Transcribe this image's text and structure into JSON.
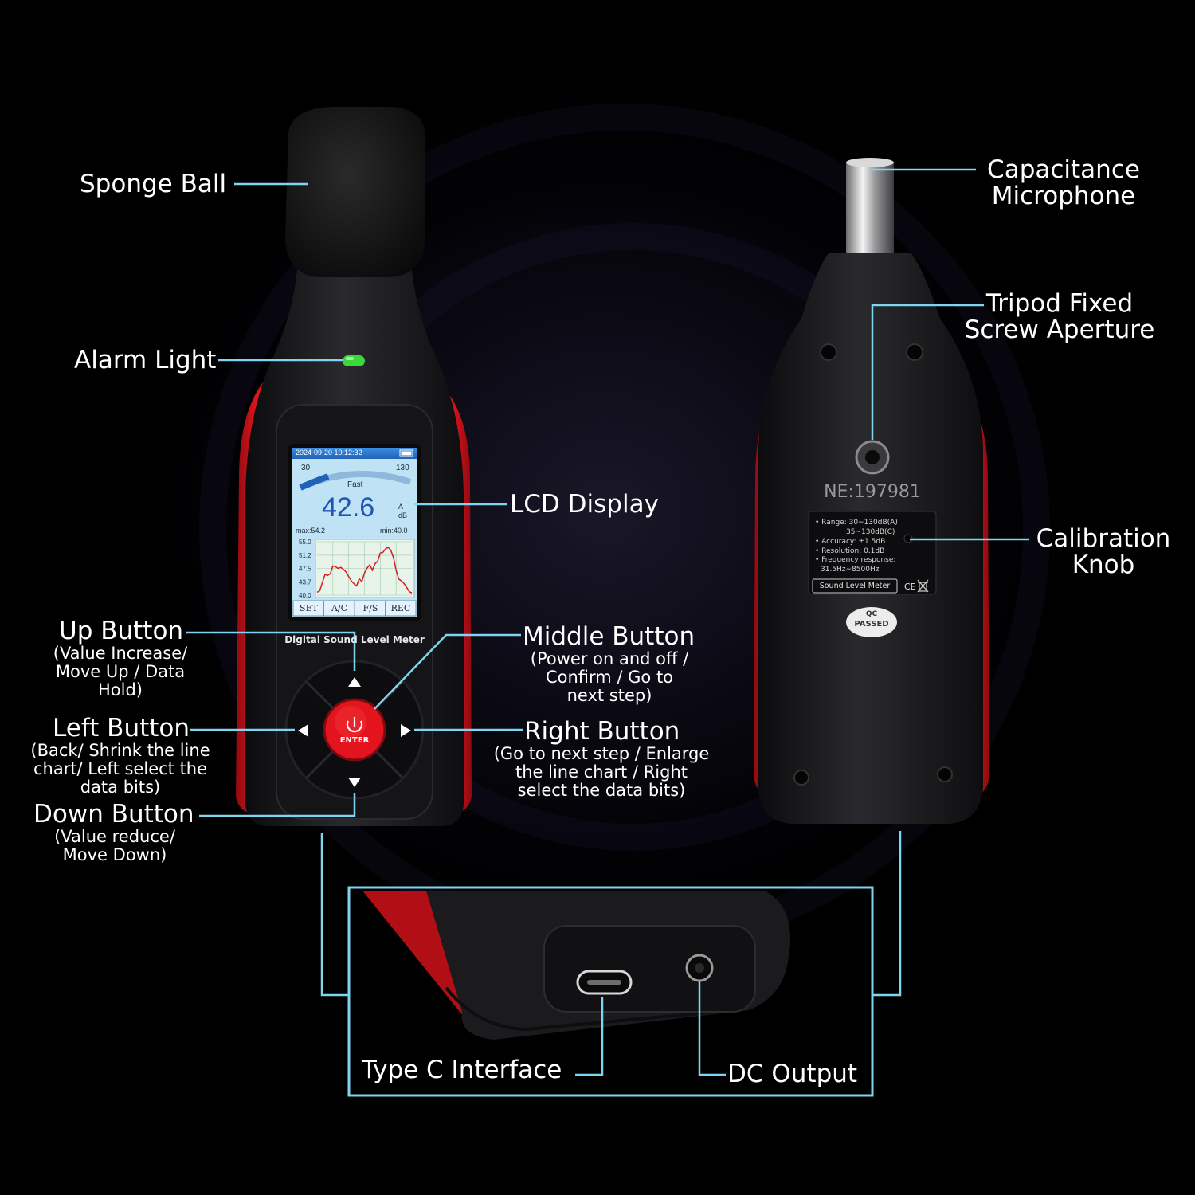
{
  "colors": {
    "leader_line": "#7fd4ef",
    "device_body": "#1c1c1f",
    "device_accent": "#d4121a",
    "lcd_background": "#bfe3f5",
    "lcd_header": "#2a74c8",
    "alarm_light": "#3bd83b"
  },
  "labels": {
    "sponge_ball": "Sponge Ball",
    "alarm_light": "Alarm Light",
    "lcd_display": "LCD Display",
    "up_button": {
      "title": "Up Button",
      "desc": [
        "(Value Increase/",
        "Move Up / Data",
        "Hold)"
      ]
    },
    "left_button": {
      "title": "Left Button",
      "desc": [
        "(Back/ Shrink the line",
        "chart/ Left select the",
        "data bits)"
      ]
    },
    "down_button": {
      "title": "Down Button",
      "desc": [
        "(Value reduce/",
        "Move Down)"
      ]
    },
    "middle_button": {
      "title": "Middle Button",
      "desc": [
        "(Power on and off /",
        "Confirm / Go to",
        "next step)"
      ]
    },
    "right_button": {
      "title": "Right Button",
      "desc": [
        "(Go to next step / Enlarge",
        "the line chart / Right",
        "select the data bits)"
      ]
    },
    "capacitance_microphone": [
      "Capacitance",
      "Microphone"
    ],
    "tripod_screw": [
      "Tripod Fixed",
      "Screw Aperture"
    ],
    "calibration_knob": [
      "Calibration",
      "Knob"
    ],
    "type_c": "Type C Interface",
    "dc_output": "DC Output"
  },
  "front_device": {
    "brand_text": "Digital Sound Level Meter",
    "enter_label": "ENTER",
    "lcd": {
      "datetime": "2024-09-20 10:12:32",
      "scale_min": "30",
      "scale_max": "130",
      "mode": "Fast",
      "reading": "42.6",
      "unit_weight": "A",
      "unit": "dB",
      "max": "max:54.2",
      "min": "min:40.0",
      "softkeys": [
        "SET",
        "A/C",
        "F/S",
        "REC"
      ]
    }
  },
  "back_device": {
    "serial": "NE:197981",
    "specs": [
      "• Range: 30~130dB(A)",
      "35~130dB(C)",
      "• Accuracy: ±1.5dB",
      "• Resolution: 0.1dB",
      "• Frequency response:",
      "31.5Hz~8500Hz"
    ],
    "name_plate": "Sound Level Meter",
    "certification": "CE",
    "qc_stamp": [
      "QC",
      "PASSED"
    ]
  },
  "chart_data": {
    "type": "line",
    "yticks": [
      "55.0",
      "51.2",
      "47.5",
      "43.7",
      "40.0"
    ],
    "ylim": [
      40.0,
      55.0
    ],
    "series": [
      {
        "values": [
          40.8,
          41.2,
          43.5,
          45.8,
          45.5,
          46.0,
          48.2,
          48.0,
          47.5,
          47.8,
          47.2,
          46.5,
          45.2,
          44.0,
          43.2,
          42.6,
          44.6,
          43.8,
          46.2,
          47.6,
          48.5,
          47.0,
          48.8,
          49.5,
          51.8,
          52.0,
          53.0,
          53.4,
          52.6,
          50.5,
          47.0,
          44.5,
          44.0,
          43.3,
          42.2,
          41.0,
          40.6
        ]
      }
    ]
  }
}
